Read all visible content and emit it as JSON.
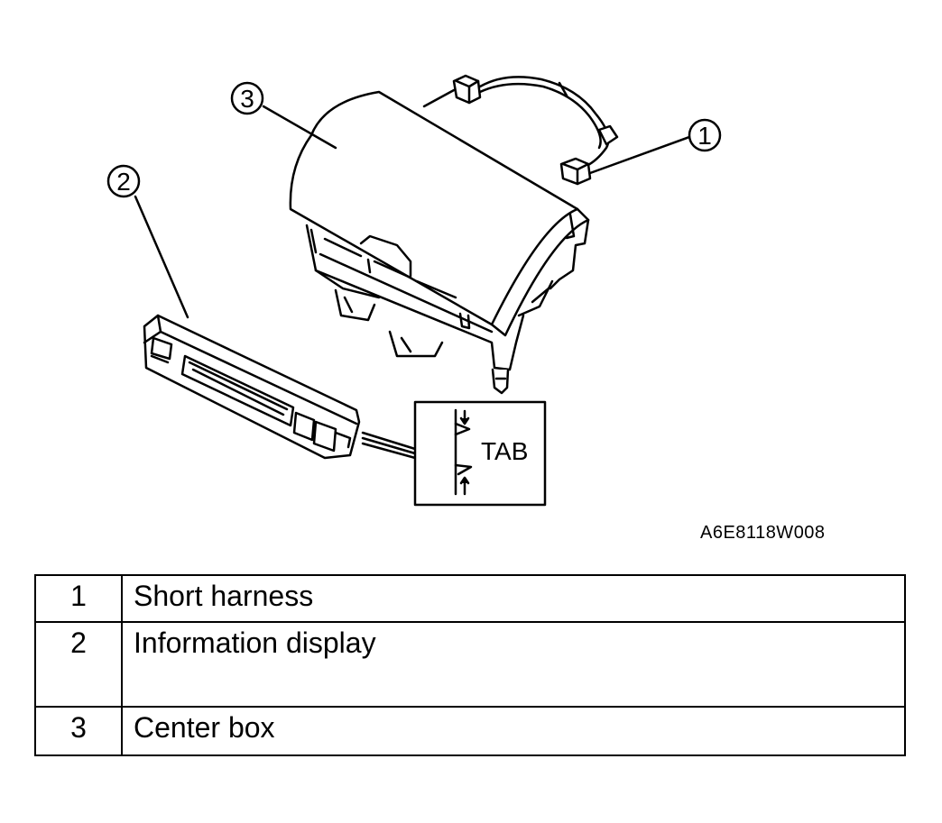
{
  "callouts": {
    "c1": "1",
    "c2": "2",
    "c3": "3"
  },
  "tab_label": "TAB",
  "figure_code": "A6E8118W008",
  "legend": [
    {
      "number": "1",
      "description": "Short harness"
    },
    {
      "number": "2",
      "description": "Information display"
    },
    {
      "number": "3",
      "description": "Center box"
    }
  ]
}
